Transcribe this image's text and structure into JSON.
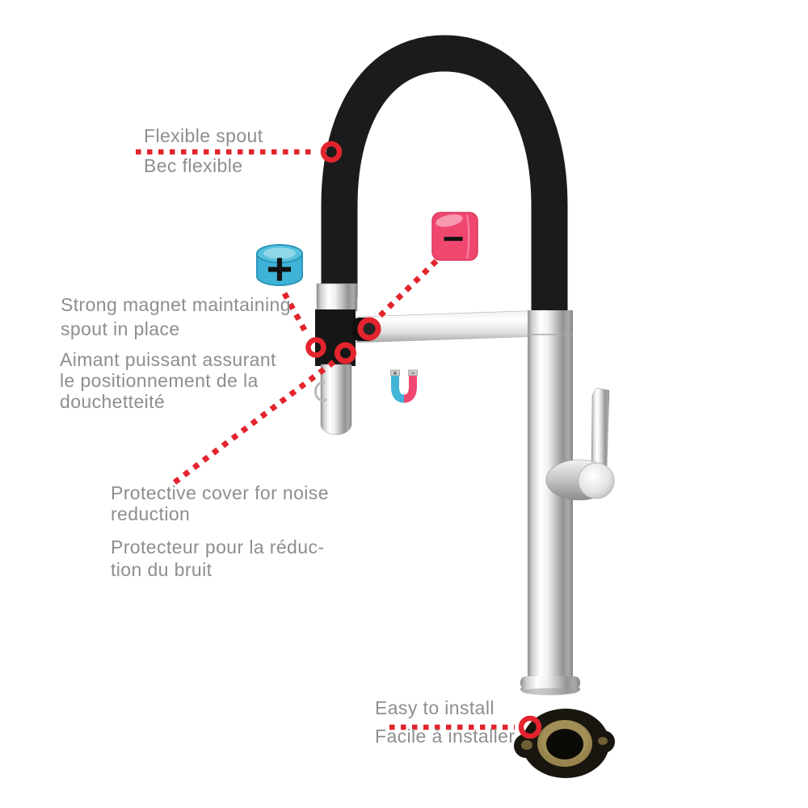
{
  "labels": {
    "flexible_spout": {
      "en": "Flexible spout",
      "fr": "Bec flexible"
    },
    "strong_magnet": {
      "en1": "Strong magnet maintaining",
      "en2": "spout in place",
      "fr1": "Aimant puissant assurant",
      "fr2": "le positionnement de la",
      "fr3": "douchetteité"
    },
    "protective_cover": {
      "en1": "Protective cover for noise",
      "en2": "reduction",
      "fr1": "Protecteur pour la réduc-",
      "fr2": "tion du bruit"
    },
    "easy_install": {
      "en": "Easy to install",
      "fr": "Facile à installer"
    }
  },
  "icons": {
    "plus_magnet_glyph": "+",
    "minus_magnet_glyph": "−",
    "horseshoe_plus_glyph": "+",
    "horseshoe_minus_glyph": "−"
  },
  "colors": {
    "accent_red": "#e3242e",
    "text_gray": "#8e8e8e",
    "magnet_blue": "#3fb3d7",
    "magnet_pink": "#f0476f",
    "hose_black": "#1b1b1b",
    "brass": "#97844e"
  }
}
